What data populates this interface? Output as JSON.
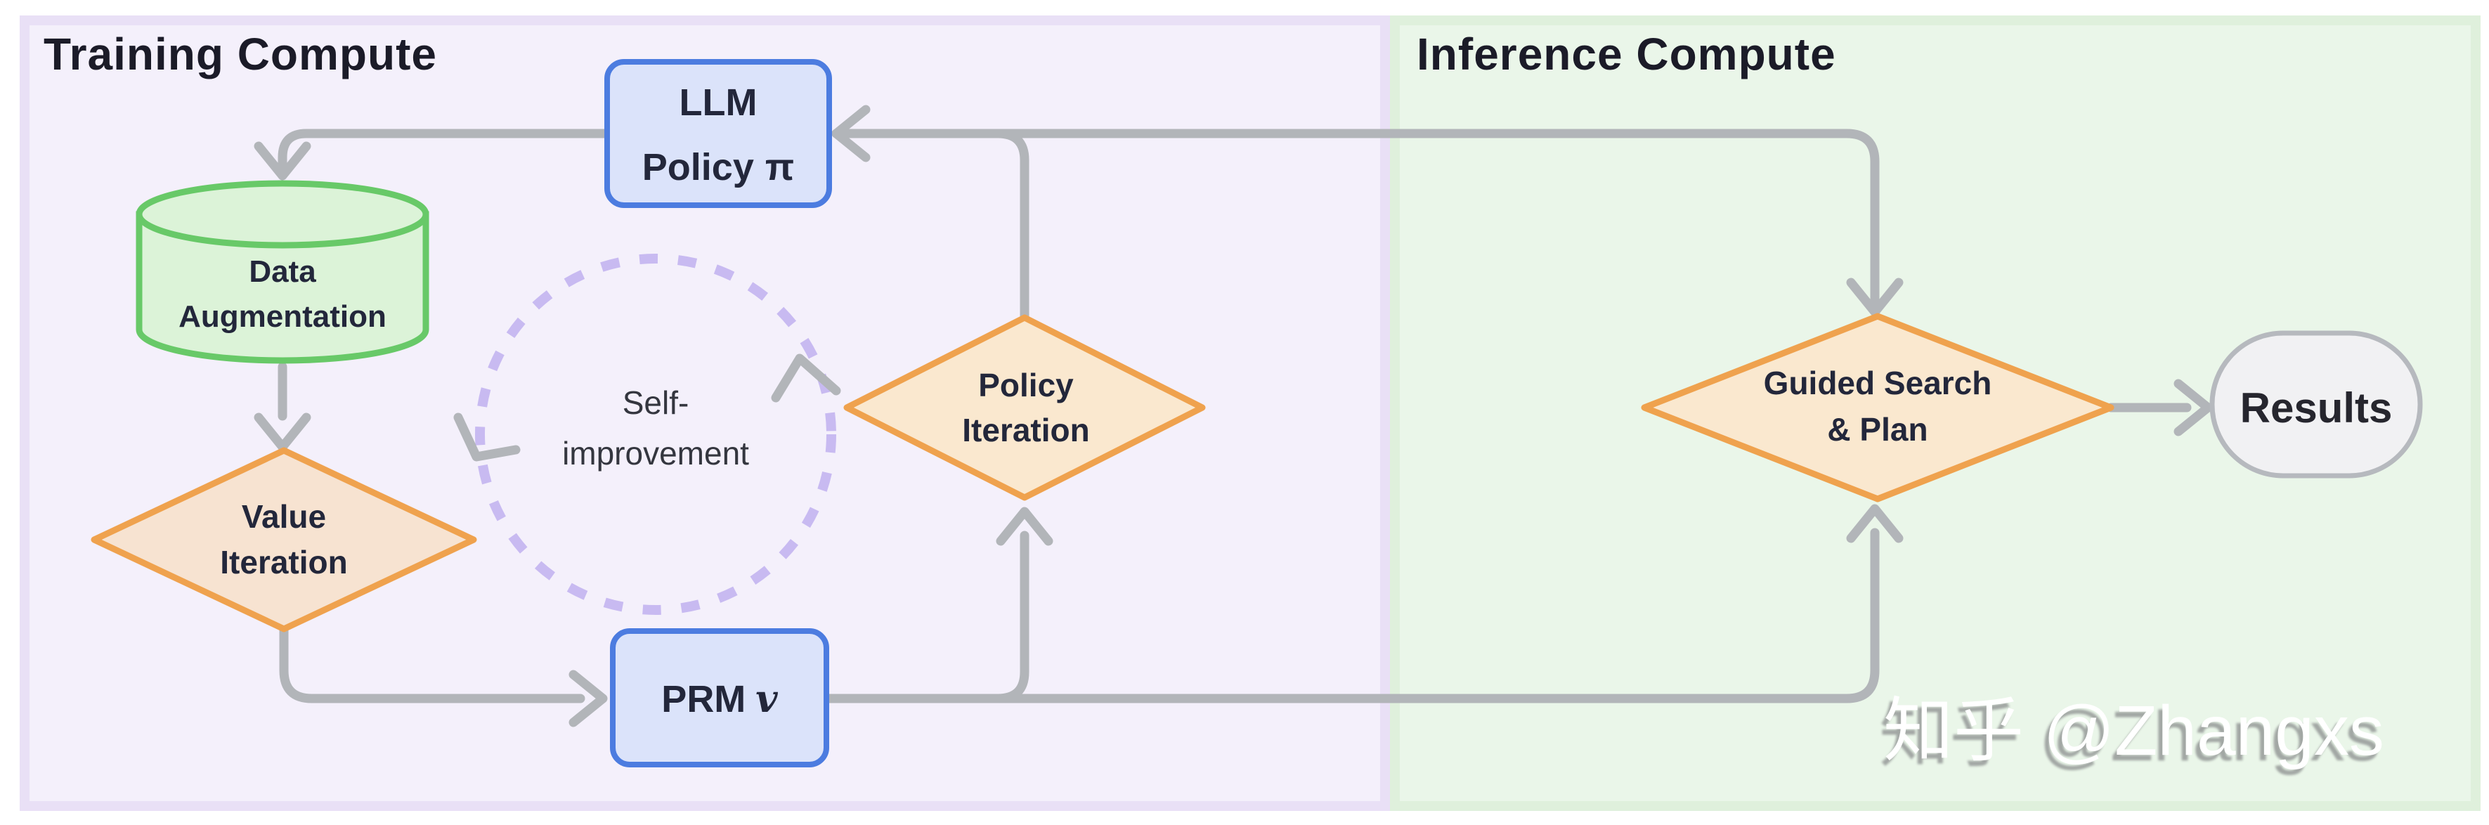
{
  "titles": {
    "training": "Training Compute",
    "inference": "Inference Compute"
  },
  "nodes": {
    "llm_policy": {
      "line1": "LLM",
      "line2": "Policy",
      "symbol": "π"
    },
    "data_augmentation": {
      "line1": "Data",
      "line2": "Augmentation"
    },
    "value_iteration": {
      "line1": "Value",
      "line2": "Iteration"
    },
    "self_improvement": {
      "line1": "Self-",
      "line2": "improvement"
    },
    "policy_iteration": {
      "line1": "Policy",
      "line2": "Iteration"
    },
    "prm": {
      "label": "PRM",
      "symbol": "v"
    },
    "guided_search": {
      "line1": "Guided Search",
      "line2": "& Plan"
    },
    "results": {
      "label": "Results"
    }
  },
  "watermark": "知乎 @Zhangxs",
  "colors": {
    "training_panel_fill": "#f4f0fb",
    "training_panel_border": "#e9e0f6",
    "inference_panel_fill": "#eaf6e9",
    "inference_panel_border": "#dff0dc",
    "edge_gray": "#b2b5b9",
    "blue_node_stroke": "#4c7ce0",
    "blue_node_fill": "#dbe3fa",
    "green_node_stroke": "#68c968",
    "green_node_fill": "#dcf3d8",
    "orange_node_stroke": "#efa24e",
    "orange_node_fill": "#fae8cf",
    "value_node_fill": "#f7e3d1",
    "results_stroke": "#b6b9be",
    "results_fill": "#f1f1f3",
    "dashed_circle": "#c8baf1",
    "text_dark": "#23273b"
  }
}
